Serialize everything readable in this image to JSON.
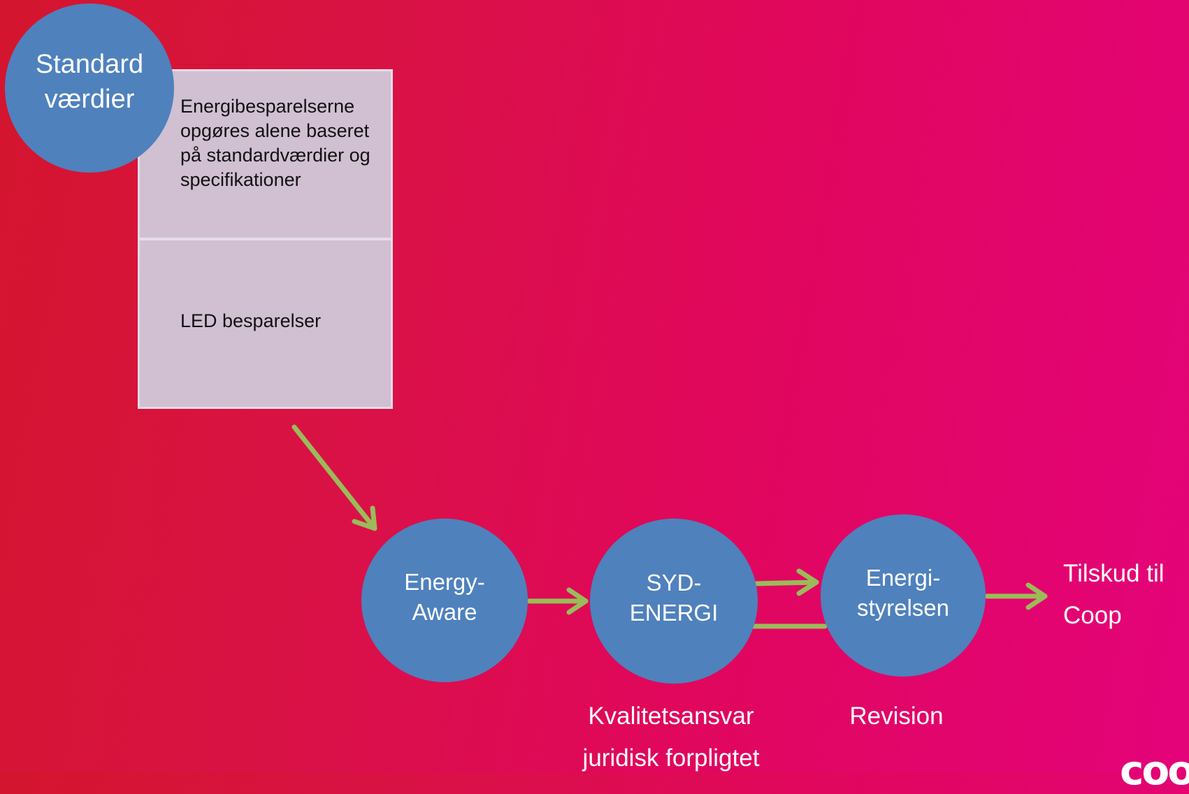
{
  "nodes": {
    "standard": "Standard\nværdier",
    "energy_aware": "Energy-\nAware",
    "syd_energi": "SYD-\nENERGI",
    "energistyrelsen": "Energi-\nstyrelsen"
  },
  "textbox": {
    "section1": "Energibesparelserne opgøres alene baseret på standardværdier og specifikationer",
    "section2": "LED besparelser"
  },
  "labels": {
    "tilskud_line1": "Tilskud til",
    "tilskud_line2": "Coop",
    "kvalitet": "Kvalitetsansvar",
    "juridisk": "juridisk forpligtet",
    "revision": "Revision"
  },
  "logo": {
    "text": "coop"
  },
  "colors": {
    "circle": "#4f81bd",
    "arrow": "#9bbb59",
    "box": "#d0c0d2",
    "background_start": "#d4152e",
    "background_end": "#e4037a"
  }
}
